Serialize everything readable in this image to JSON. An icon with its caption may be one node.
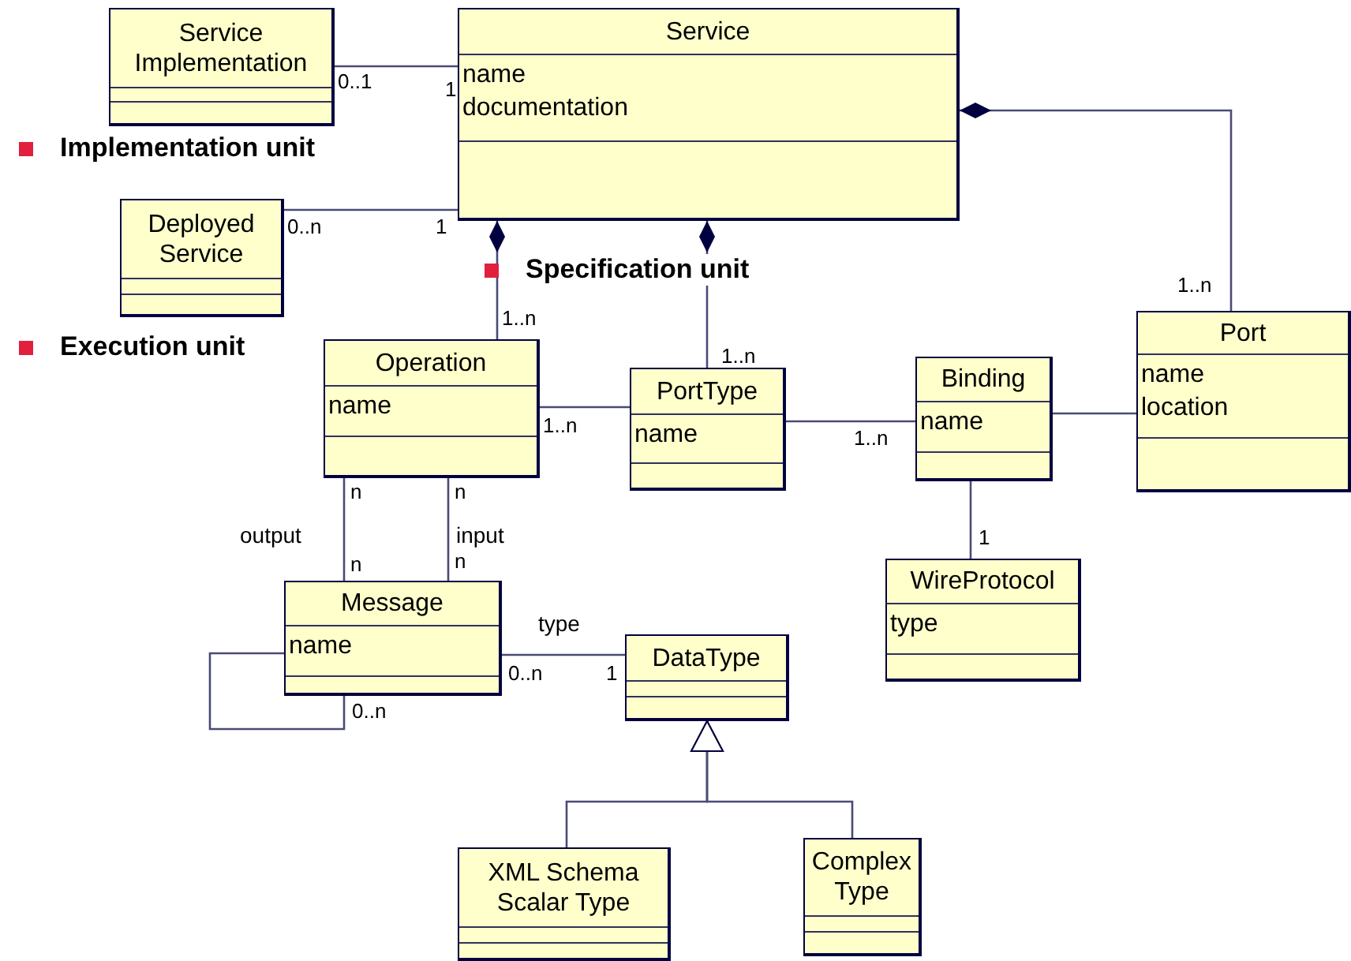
{
  "diagram": {
    "nodes": [
      {
        "text": [
          "Service Implementation"
        ]
      },
      {
        "text": [
          "Service",
          "name",
          "documentation"
        ]
      },
      {
        "text": [
          "Deployed Service"
        ]
      },
      {
        "text": [
          "Operation",
          "name"
        ]
      },
      {
        "text": [
          "PortType",
          "name"
        ]
      },
      {
        "text": [
          "Binding",
          "name"
        ]
      },
      {
        "text": [
          "Port",
          "name",
          "location"
        ]
      },
      {
        "text": [
          "WireProtocol",
          "type"
        ]
      },
      {
        "text": [
          "Message",
          "name"
        ]
      },
      {
        "text": [
          "DataType"
        ]
      },
      {
        "text": [
          "XML Schema Scalar Type"
        ]
      },
      {
        "text": [
          "Complex Type"
        ]
      }
    ],
    "edges": [
      {
        "from": 0,
        "to": 1,
        "arrow": "none"
      },
      {
        "from": 2,
        "to": 1,
        "arrow": "none"
      },
      {
        "from": 1,
        "to": 3,
        "arrow": "other"
      },
      {
        "from": 1,
        "to": 4,
        "arrow": "other"
      },
      {
        "from": 1,
        "to": 6,
        "arrow": "other"
      },
      {
        "from": 3,
        "to": 4,
        "arrow": "none"
      },
      {
        "from": 4,
        "to": 5,
        "arrow": "none"
      },
      {
        "from": 5,
        "to": 6,
        "arrow": "none"
      },
      {
        "from": 5,
        "to": 7,
        "arrow": "none"
      },
      {
        "from": 3,
        "to": 8,
        "arrow": "none",
        "label": "output"
      },
      {
        "from": 3,
        "to": 8,
        "arrow": "none",
        "label": "input"
      },
      {
        "from": 8,
        "to": 8,
        "arrow": "none"
      },
      {
        "from": 8,
        "to": 9,
        "arrow": "none",
        "label": "type"
      },
      {
        "from": 10,
        "to": 9,
        "arrow": "to"
      },
      {
        "from": 11,
        "to": 9,
        "arrow": "to"
      }
    ],
    "labels": [
      "0..1",
      "1",
      "Implementation unit",
      "0..n",
      "1",
      "Specification unit",
      "1..n",
      "1..n",
      "Execution unit",
      "1..n",
      "1..n",
      "1..n",
      "n",
      "n",
      "1",
      "n",
      "n",
      "0..n",
      "1",
      "0..n"
    ]
  }
}
